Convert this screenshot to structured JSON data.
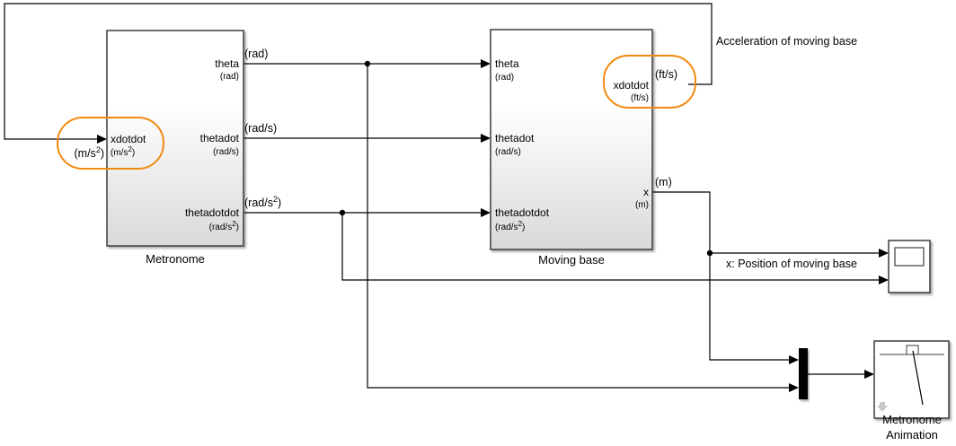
{
  "diagram": {
    "type": "simulink-model",
    "blocks": {
      "metronome": {
        "name": "Metronome",
        "inputs": [
          {
            "label": "xdotdot",
            "unit": "(m/s",
            "sup": "2",
            "close": ")"
          }
        ],
        "outputs": [
          {
            "label": "theta",
            "unit": "(rad)"
          },
          {
            "label": "thetadot",
            "unit": "(rad/s)"
          },
          {
            "label": "thetadotdot",
            "unit": "(rad/s",
            "sup": "2",
            "close": ")"
          }
        ]
      },
      "moving_base": {
        "name": "Moving base",
        "inputs": [
          {
            "label": "theta",
            "unit": "(rad)"
          },
          {
            "label": "thetadot",
            "unit": "(rad/s)"
          },
          {
            "label": "thetadotdot",
            "unit": "(rad/s",
            "sup": "2",
            "close": ")"
          }
        ],
        "outputs": [
          {
            "label": "xdotdot",
            "unit": "(ft/s)"
          },
          {
            "label": "x",
            "unit": "(m)"
          }
        ]
      },
      "scope": {
        "name": ""
      },
      "mux": {
        "name": ""
      },
      "animation": {
        "name_line1": "Metronome",
        "name_line2": "Animation"
      }
    },
    "signal_units": {
      "theta": "(rad)",
      "thetadot": "(rad/s)",
      "thetadotdot": {
        "text": "(rad/s",
        "sup": "2",
        "close": ")"
      },
      "xdotdot_out": "(ft/s)",
      "x_out": "(m)",
      "xdotdot_in": {
        "text": "(m/s",
        "sup": "2",
        "close": ")"
      }
    },
    "signal_labels": {
      "feedback": "Acceleration of moving base",
      "position": "x: Position of moving base"
    },
    "colors": {
      "highlight": "#f08a10",
      "wire": "#000000",
      "block_border": "#3c3c3c"
    }
  }
}
